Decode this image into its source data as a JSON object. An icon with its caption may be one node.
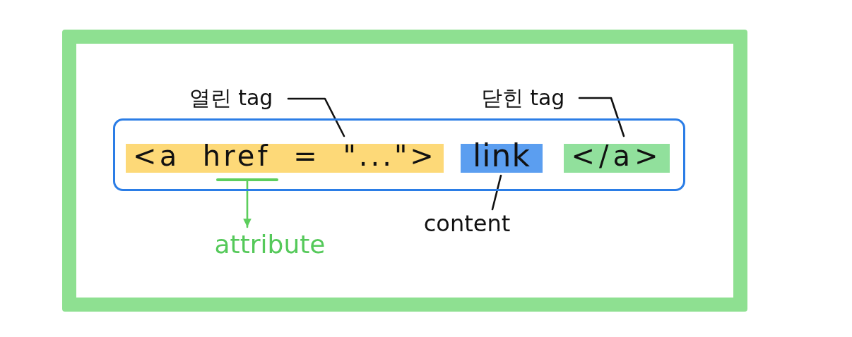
{
  "diagram": {
    "nodes": [
      {
        "text": [],
        "shape": "box"
      },
      {
        "text": [
          "열린 tag"
        ],
        "in": 0
      },
      {
        "text": [
          "닫힌 tag"
        ],
        "in": 0
      },
      {
        "text": [],
        "shape": "box",
        "in": 0
      },
      {
        "text": [
          "<a href = \"...\">"
        ],
        "in": 3
      },
      {
        "text": [
          "link"
        ],
        "in": 3
      },
      {
        "text": [
          "</a>"
        ],
        "in": 3
      },
      {
        "text": [],
        "shape": "bar",
        "in": 3
      },
      {
        "text": [
          "content"
        ],
        "in": 0
      },
      {
        "text": [
          "attribute"
        ],
        "in": 0
      }
    ],
    "edges": [
      {
        "from": 1,
        "to": 4,
        "arrow": "none"
      },
      {
        "from": 2,
        "to": 6,
        "arrow": "none"
      },
      {
        "from": 8,
        "to": 5,
        "arrow": "none"
      },
      {
        "from": 7,
        "to": 9,
        "arrow": "to",
        "color": "#5dce5d"
      }
    ]
  }
}
